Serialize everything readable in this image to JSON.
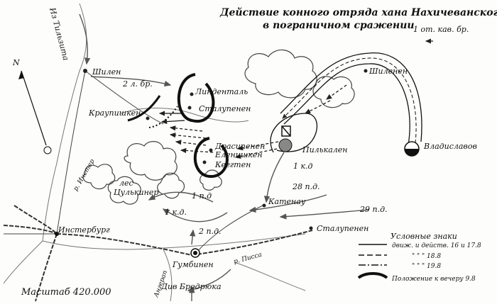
{
  "map": {
    "title_line1": "Действие конного отряда хана Нахичеванского",
    "title_line2": "в пограничном сражении",
    "unit_label": "1 от. кав. бр.",
    "north": "N",
    "scale": "Масштаб 420.000"
  },
  "places": {
    "iz_tilzita": "Из Тильзита",
    "shilen": "Шилен",
    "kraupishken": "Краупишкен",
    "lindental": "Линденталь",
    "stalupenen_n": "Сталупенен",
    "shilenen": "Шиленен",
    "vladislavov": "Владиславов",
    "drusipenen": "Драсипенен",
    "elenishken": "Еленишкен",
    "kegten": "Кеггтен",
    "pilkalen": "Пилькален",
    "forest": [
      "лес",
      "Цулькинер"
    ],
    "insterburg": "Инстербург",
    "gumbinen": "Гумбинен",
    "div_brodryuka": "Див Бродрюка",
    "katenau": "Катенау",
    "stalupenen_s": "Сталупенен",
    "river_inster": "р. Инстер",
    "river_pissa": "р. Писса",
    "river_angerap": "Ангерап"
  },
  "units": {
    "l_br2": "2 л. бр.",
    "kd1_a": "1 к.д",
    "pd28": "28 п.д.",
    "pd29": "29 п.д.",
    "pd1": "1 п.д",
    "kd1_b": "1 к.д.",
    "pd2": "2 п.д."
  },
  "legend": {
    "title": "Условные знаки",
    "rows": [
      "движ. и действ. 16 и 17.8",
      "\"  \"  \" 18.8",
      "\"  \"  \" 19.8",
      "Положение к вечеру 9.8"
    ]
  }
}
